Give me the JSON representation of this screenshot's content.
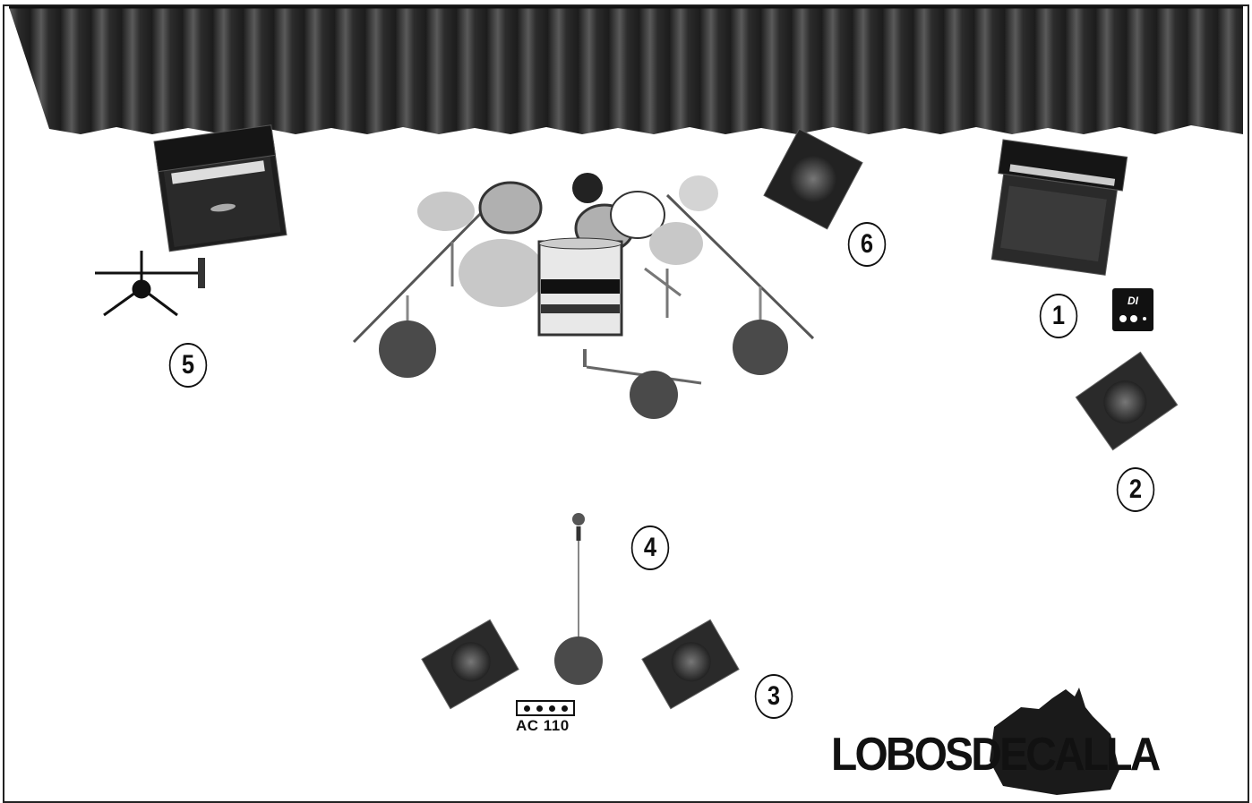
{
  "labels": {
    "l1": "1",
    "l2": "2",
    "l3": "3",
    "l4": "4",
    "l5": "5",
    "l6": "6"
  },
  "power": {
    "text": "AC 110"
  },
  "di_box": {
    "text": "DI"
  },
  "logo": {
    "text": "LOBOSDECALLA"
  },
  "colors": {
    "ink": "#111111",
    "stand": "#4a4a4a",
    "cymbal": "#c8c8c8",
    "curtain": "#3a3a3a"
  },
  "icons": [
    "curtain-icon",
    "amp-icon",
    "mic-stand-icon",
    "drum-kit-icon",
    "monitor-icon",
    "di-box-icon",
    "power-strip-icon",
    "wolf-logo-icon"
  ]
}
